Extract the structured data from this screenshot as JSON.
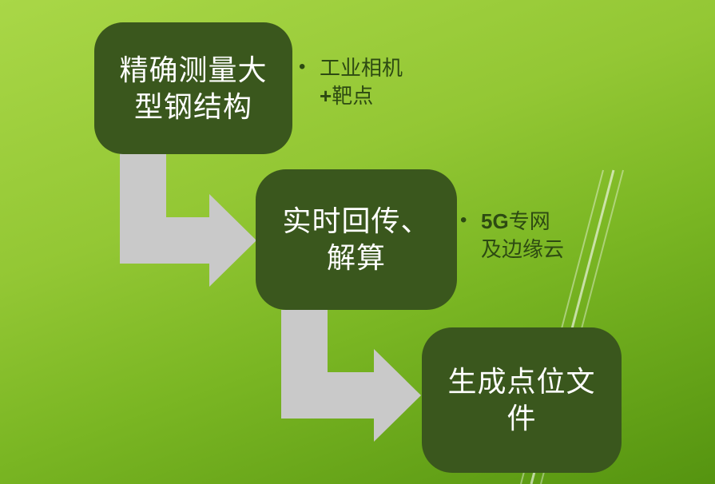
{
  "diagram": {
    "title_hint": "three-step process flow on slide",
    "boxes": [
      {
        "id": "measure",
        "line1": "精确测量大",
        "line2": "型钢结构"
      },
      {
        "id": "transmit",
        "line1": "实时回传、",
        "line2": "解算"
      },
      {
        "id": "generate",
        "line1": "生成点位文",
        "line2": "件"
      }
    ],
    "bullets": [
      {
        "marker": "•",
        "line1": "工业相机",
        "line2_bold": "+",
        "line2_rest": "靶点"
      },
      {
        "marker": "•",
        "line1_bold": "5G",
        "line1_rest": "专网",
        "line2": "及边缘云"
      }
    ],
    "colors": {
      "background_top": "#a9d747",
      "background_bottom": "#559410",
      "box_fill": "#3a571d",
      "box_text": "#ffffff",
      "bullet_text": "#2d4a12",
      "arrow_fill": "#c9c9c9",
      "accent_line": "#ffffff"
    }
  }
}
